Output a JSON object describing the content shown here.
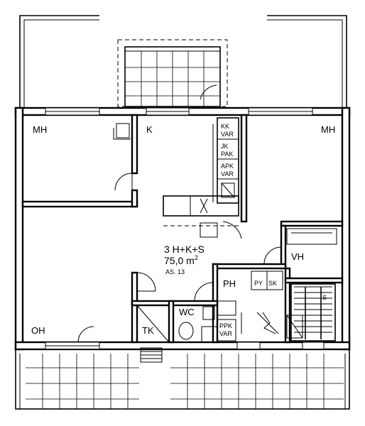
{
  "rooms": {
    "mh_left": "MH",
    "kitchen": "K",
    "mh_right": "MH",
    "oh": "OH",
    "vh": "VH",
    "ph": "PH",
    "wc": "WC",
    "tk": "TK",
    "py": "PY",
    "sk": "SK",
    "s": "S"
  },
  "cabinets": {
    "kk": "KK",
    "kk_var": "VAR",
    "jk": "JK",
    "jk_pak": "PAK",
    "apk": "APK",
    "apk_var": "VAR",
    "ppk": "PPK",
    "ppk_var": "VAR"
  },
  "apartment": {
    "type": "3 H+K+S",
    "area_value": "75,0 m",
    "area_sup": "2",
    "number": "AS. 13"
  }
}
